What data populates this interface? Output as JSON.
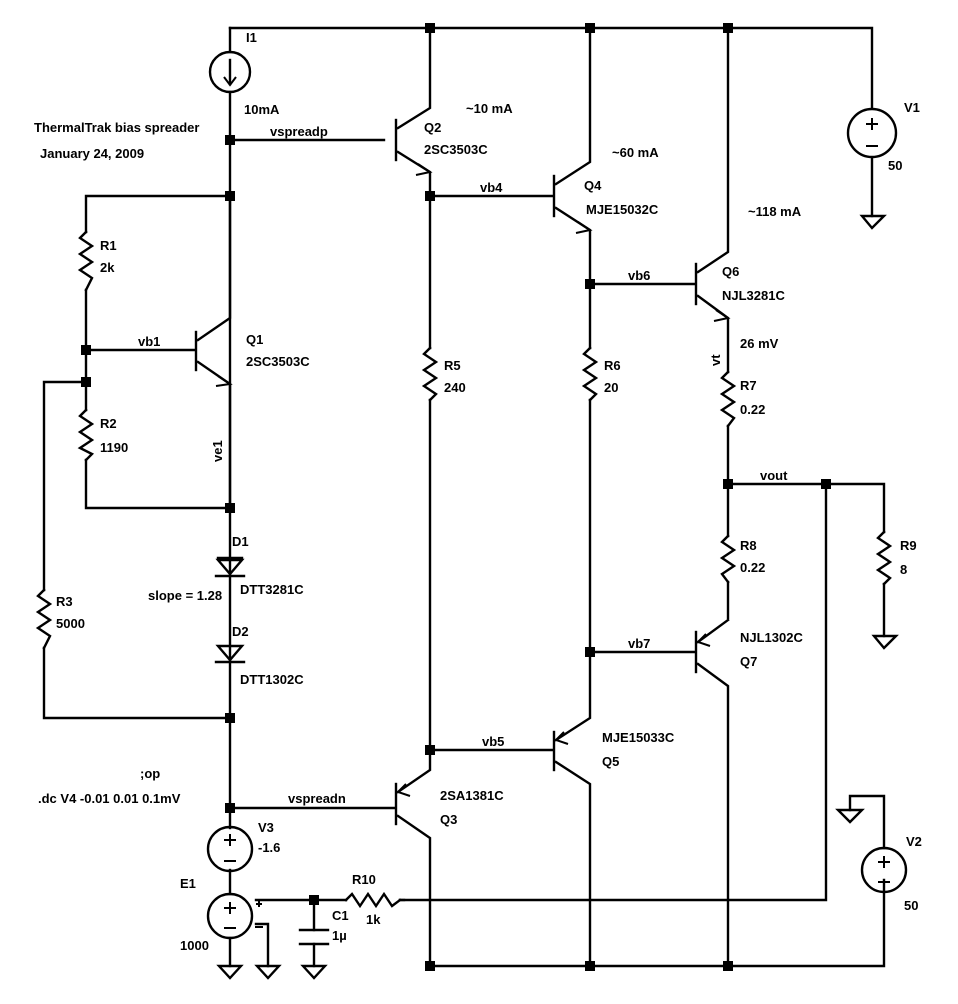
{
  "title": "ThermalTrak bias spreader",
  "date": "January 24, 2009",
  "directives": {
    "op": ";op",
    "dc": ".dc V4 -0.01 0.01 0.1mV"
  },
  "annotations": {
    "slope": "slope = 1.28",
    "q2_current": "~10 mA",
    "q4_current": "~60 mA",
    "q6_current": "~118 mA",
    "vt_value": "26 mV"
  },
  "nets": {
    "vspreadp": "vspreadp",
    "vspreadn": "vspreadn",
    "vb1": "vb1",
    "ve1": "ve1",
    "vb4": "vb4",
    "vb5": "vb5",
    "vb6": "vb6",
    "vb7": "vb7",
    "vt": "vt",
    "vout": "vout"
  },
  "components": {
    "I1": {
      "ref": "I1",
      "value": "10mA"
    },
    "V1": {
      "ref": "V1",
      "value": "50"
    },
    "V2": {
      "ref": "V2",
      "value": "50"
    },
    "V3": {
      "ref": "V3",
      "value": "-1.6"
    },
    "E1": {
      "ref": "E1",
      "value": "1000"
    },
    "C1": {
      "ref": "C1",
      "value": "1µ"
    },
    "R1": {
      "ref": "R1",
      "value": "2k"
    },
    "R2": {
      "ref": "R2",
      "value": "1190"
    },
    "R3": {
      "ref": "R3",
      "value": "5000"
    },
    "R5": {
      "ref": "R5",
      "value": "240"
    },
    "R6": {
      "ref": "R6",
      "value": "20"
    },
    "R7": {
      "ref": "R7",
      "value": "0.22"
    },
    "R8": {
      "ref": "R8",
      "value": "0.22"
    },
    "R9": {
      "ref": "R9",
      "value": "8"
    },
    "R10": {
      "ref": "R10",
      "value": "1k"
    },
    "D1": {
      "ref": "D1",
      "value": "DTT3281C"
    },
    "D2": {
      "ref": "D2",
      "value": "DTT1302C"
    },
    "Q1": {
      "ref": "Q1",
      "value": "2SC3503C"
    },
    "Q2": {
      "ref": "Q2",
      "value": "2SC3503C"
    },
    "Q3": {
      "ref": "Q3",
      "value": "2SA1381C"
    },
    "Q4": {
      "ref": "Q4",
      "value": "MJE15032C"
    },
    "Q5": {
      "ref": "Q5",
      "value": "MJE15033C"
    },
    "Q6": {
      "ref": "Q6",
      "value": "NJL3281C"
    },
    "Q7": {
      "ref": "Q7",
      "value": "NJL1302C"
    }
  }
}
